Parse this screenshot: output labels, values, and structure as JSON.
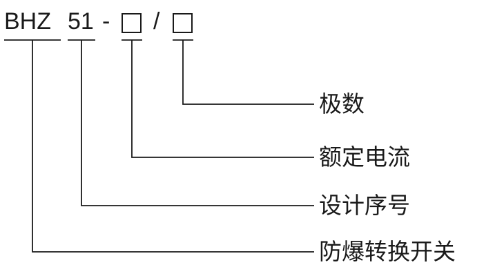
{
  "model_code": {
    "prefix": "BHZ",
    "design_number": "51",
    "hyphen": "-",
    "slash": "/"
  },
  "labels": {
    "poles": "极数",
    "rated_current": "额定电流",
    "design_serial": "设计序号",
    "explosion_proof_switch": "防爆转换开关"
  },
  "colors": {
    "line": "#1a1a1a",
    "background": "#ffffff"
  }
}
